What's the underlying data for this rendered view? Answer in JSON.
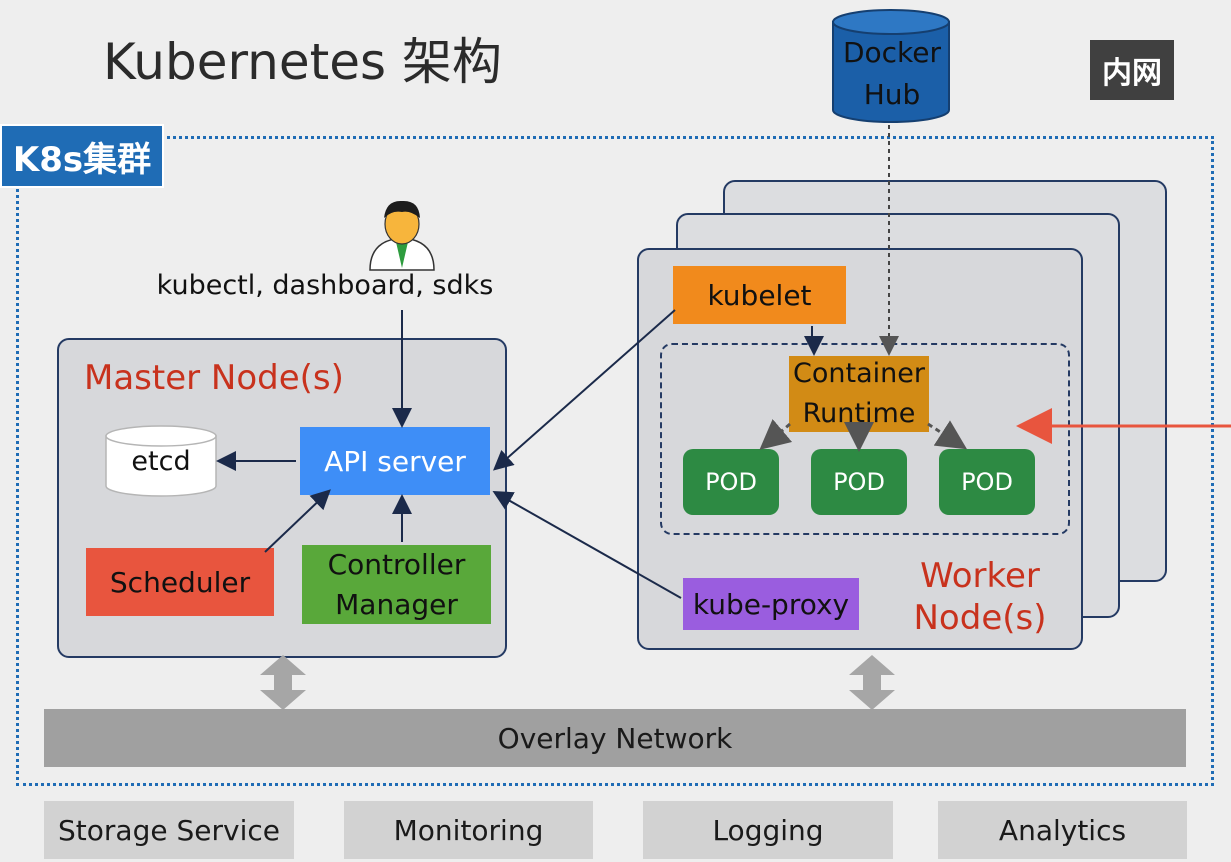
{
  "title": "Kubernetes 架构",
  "badge": "内网",
  "cluster_label": "K8s集群",
  "docker_hub": [
    "Docker",
    "Hub"
  ],
  "client_label": "kubectl, dashboard, sdks",
  "master": {
    "title": "Master Node(s)",
    "etcd": "etcd",
    "api_server": "API server",
    "scheduler": "Scheduler",
    "controller": [
      "Controller",
      "Manager"
    ]
  },
  "worker": {
    "title": [
      "Worker",
      "Node(s)"
    ],
    "kubelet": "kubelet",
    "runtime": [
      "Container",
      "Runtime"
    ],
    "pods": [
      "POD",
      "POD",
      "POD"
    ],
    "kube_proxy": "kube-proxy"
  },
  "overlay_network": "Overlay Network",
  "services": [
    "Storage Service",
    "Monitoring",
    "Logging",
    "Analytics"
  ],
  "colors": {
    "cluster_border": "#1f6cb5",
    "api_server": "#3e8ef7",
    "scheduler": "#e8553e",
    "controller": "#59a83a",
    "kubelet": "#f18a1c",
    "runtime": "#d28b15",
    "pod": "#2d8a43",
    "kube_proxy": "#9a5ddf",
    "docker_hub": "#1b5fa8",
    "node_title": "#c8321d",
    "external_arrow": "#e8553e"
  }
}
